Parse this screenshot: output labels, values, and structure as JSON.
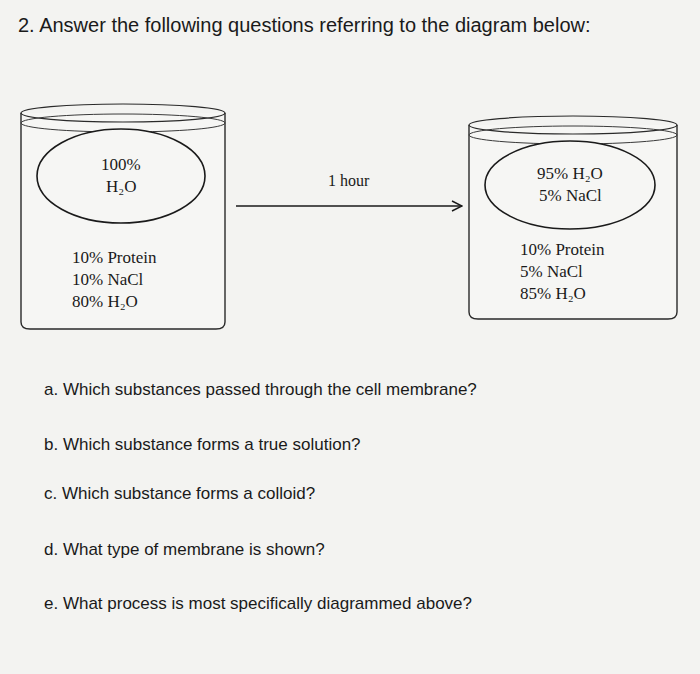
{
  "diagram": {
    "title": "2. Answer the following questions referring to the diagram below:",
    "nodes": [
      {
        "text": [
          "10% Protein",
          "10% NaCl",
          "80% H₂O"
        ]
      },
      {
        "text": [
          "100%",
          "H₂O"
        ],
        "in": 0
      },
      {
        "text": [
          "10% Protein",
          "5% NaCl",
          "85% H₂O"
        ]
      },
      {
        "text": [
          "95% H₂O",
          "5% NaCl"
        ],
        "in": 2
      }
    ],
    "edges": [
      {
        "from": 0,
        "to": 2,
        "arrow": "to",
        "label": "1 hour"
      }
    ],
    "labels": [
      "a. Which substances passed through the cell membrane?",
      "b. Which substance forms a true solution?",
      "c. Which substance forms a colloid?",
      "d. What type of membrane is shown?",
      "e. What process is most specifically diagrammed above?"
    ]
  }
}
